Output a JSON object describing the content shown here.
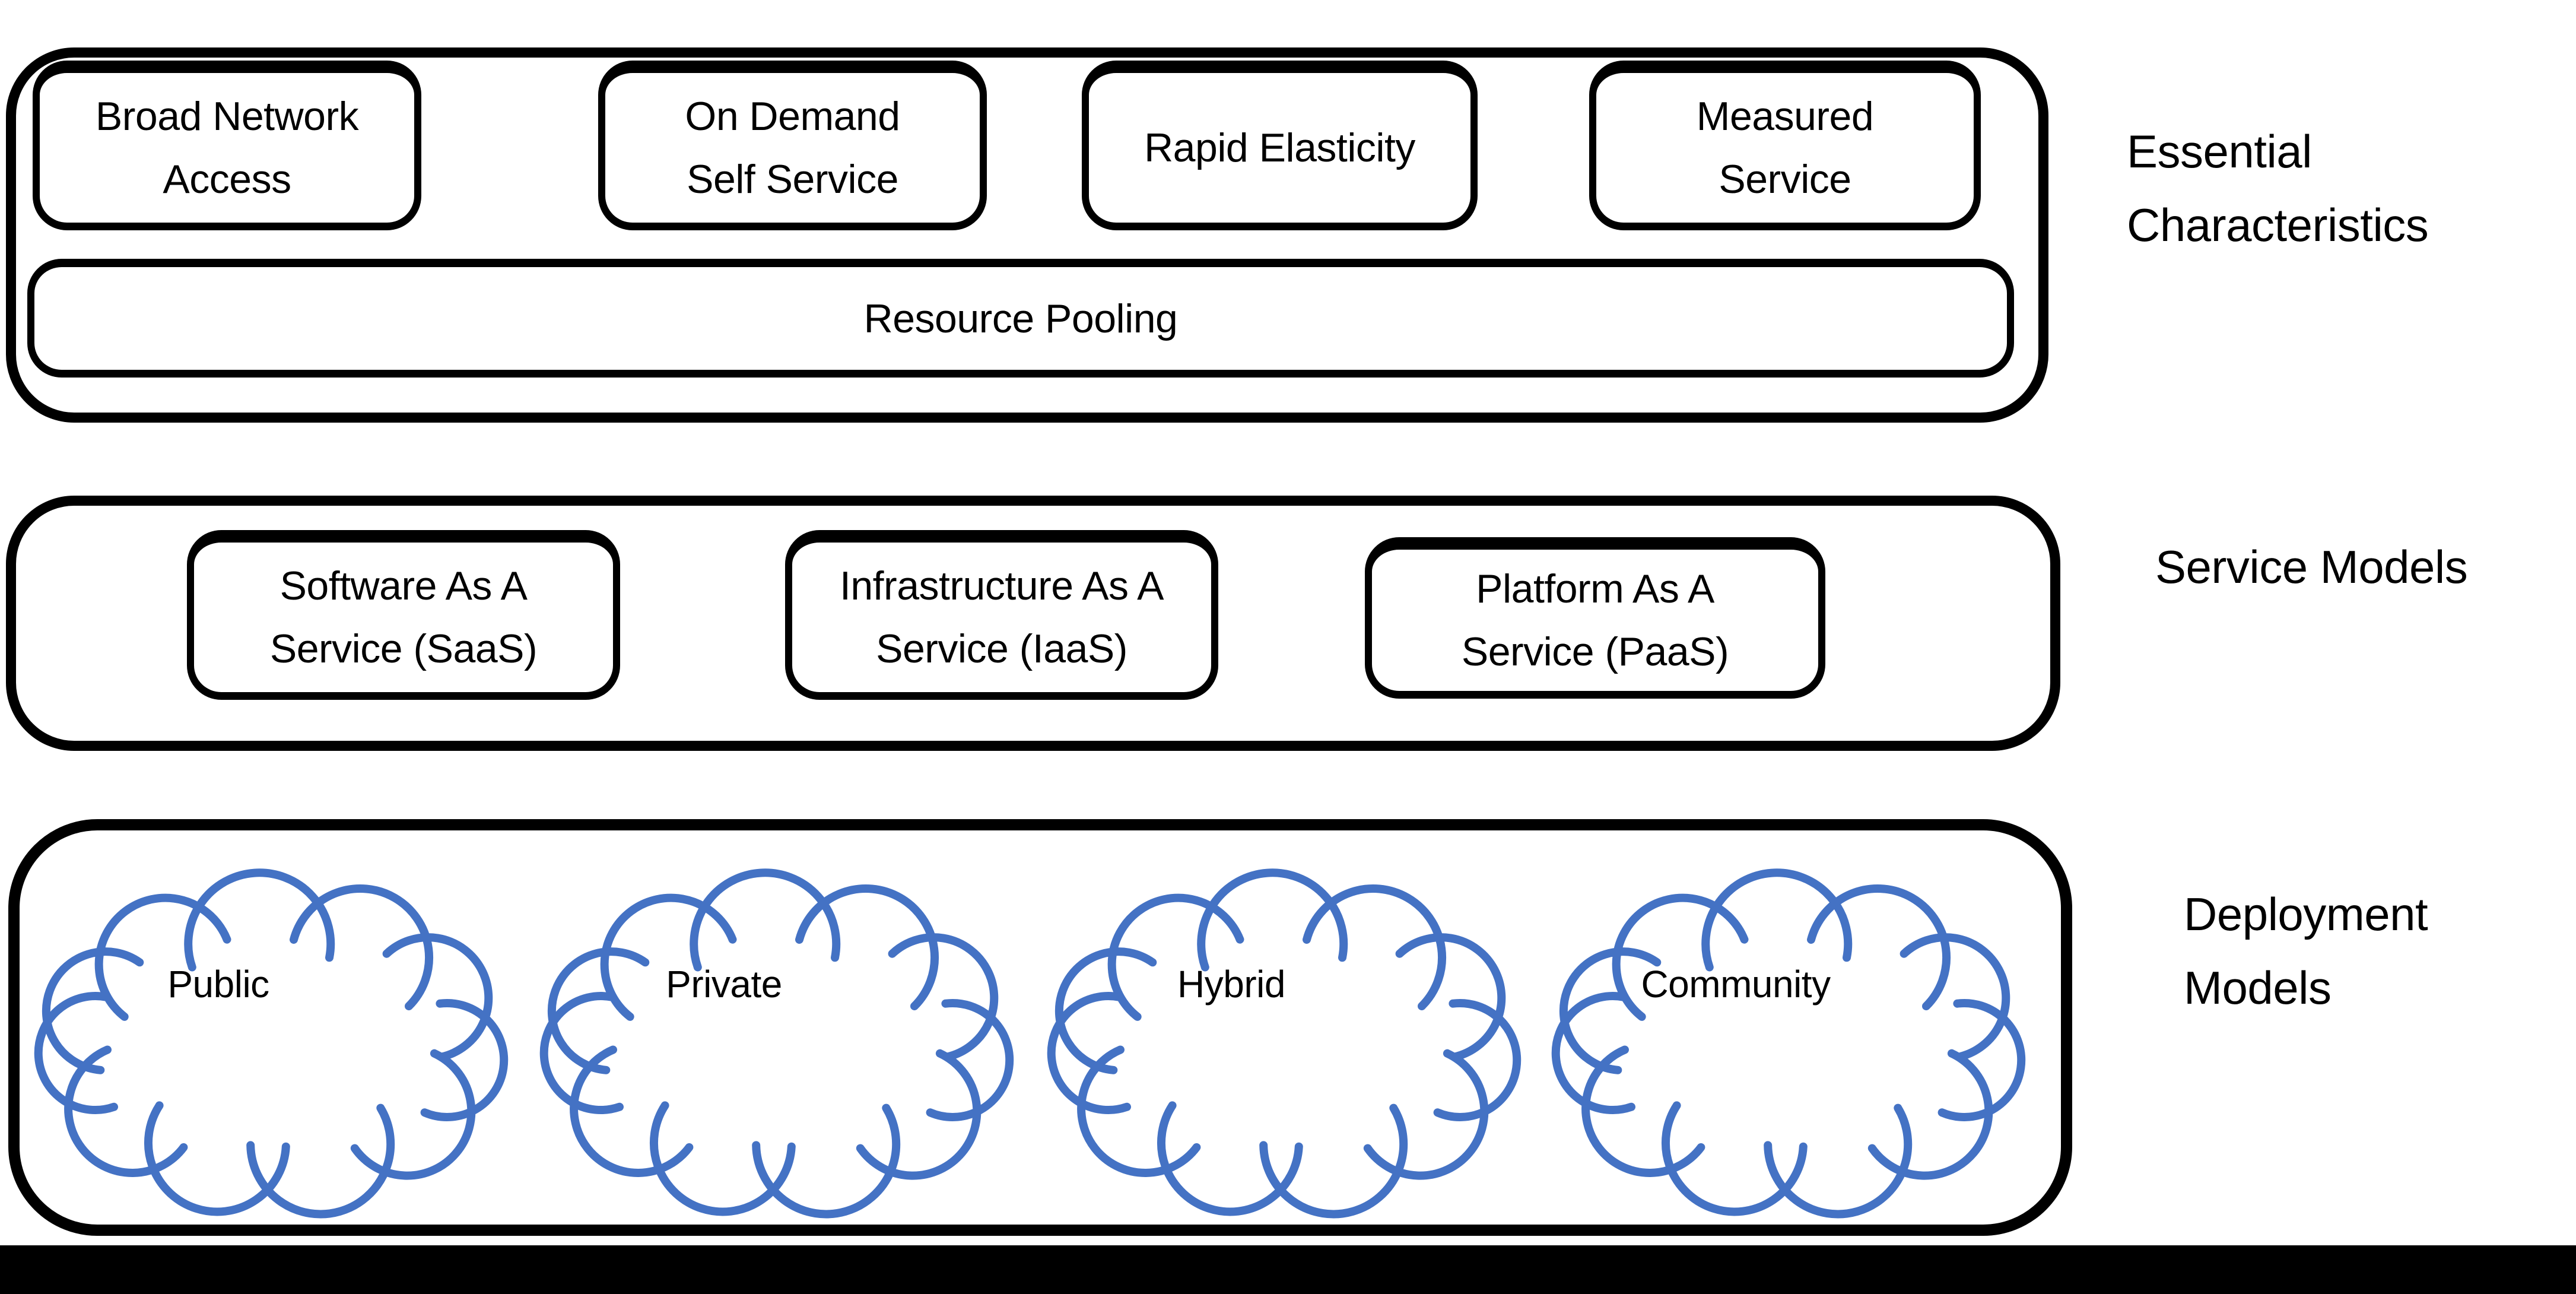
{
  "sections": {
    "essential": {
      "label_line1": "Essential",
      "label_line2": "Characteristics",
      "boxes": {
        "broad": {
          "line1": "Broad Network",
          "line2": "Access"
        },
        "ondemand": {
          "line1": "On Demand",
          "line2": "Self Service"
        },
        "rapid": {
          "line1": "Rapid Elasticity",
          "line2": ""
        },
        "measured": {
          "line1": "Measured",
          "line2": "Service"
        },
        "pooling": {
          "line1": "Resource Pooling"
        }
      }
    },
    "service": {
      "label_line1": "Service Models",
      "boxes": {
        "saas": {
          "line1": "Software As A",
          "line2": "Service (SaaS)"
        },
        "iaas": {
          "line1": "Infrastructure As A",
          "line2": "Service (IaaS)"
        },
        "paas": {
          "line1": "Platform As A",
          "line2": "Service (PaaS)"
        }
      }
    },
    "deployment": {
      "label_line1": "Deployment",
      "label_line2": "Models",
      "clouds": {
        "public": "Public",
        "private": "Private",
        "hybrid": "Hybrid",
        "community": "Community"
      }
    }
  },
  "colors": {
    "cloud_stroke": "#4472C4",
    "outline": "#000000",
    "bottom_bar": "#000000"
  }
}
